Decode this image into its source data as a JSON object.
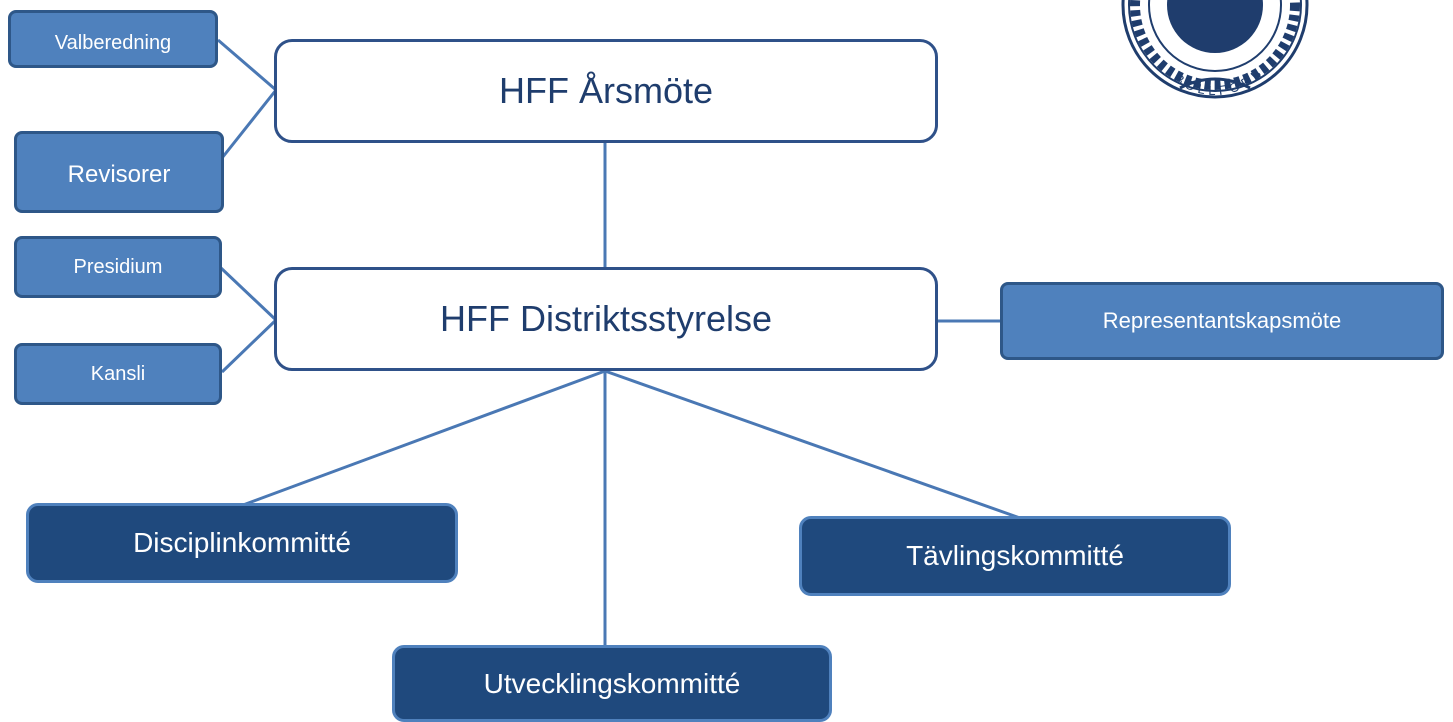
{
  "nodes": {
    "arsmote": "HFF Årsmöte",
    "distriktsstyrelse": "HFF Distriktsstyrelse",
    "valberedning": "Valberedning",
    "revisorer": "Revisorer",
    "presidium": "Presidium",
    "kansli": "Kansli",
    "representantskapsmote": "Representantskapsmöte",
    "disciplinkommitte": "Disciplinkommitté",
    "tavlingskommitte": "Tävlingskommitté",
    "utvecklingskommitte": "Utvecklingskommitté"
  },
  "logo": {
    "text": "BOLLFÖRB"
  },
  "colors": {
    "main_border": "#2f5189",
    "light_fill": "#4f81bd",
    "dark_fill": "#1f497d",
    "connector": "#4a78b4"
  }
}
